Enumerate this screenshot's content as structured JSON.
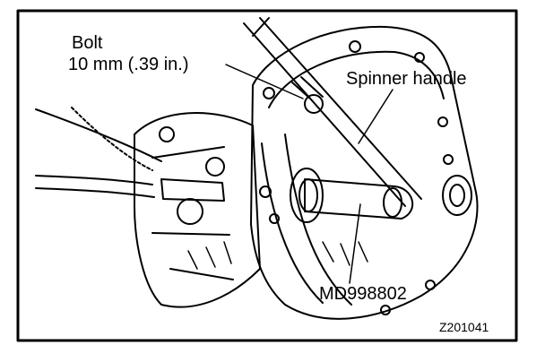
{
  "labels": {
    "bolt": "Bolt",
    "bolt_size": "10 mm (.39 in.)",
    "spinner_handle": "Spinner handle",
    "tool_number": "MD998802"
  },
  "figure_id": "Z201041",
  "colors": {
    "ink": "#000000",
    "paper": "#ffffff"
  }
}
